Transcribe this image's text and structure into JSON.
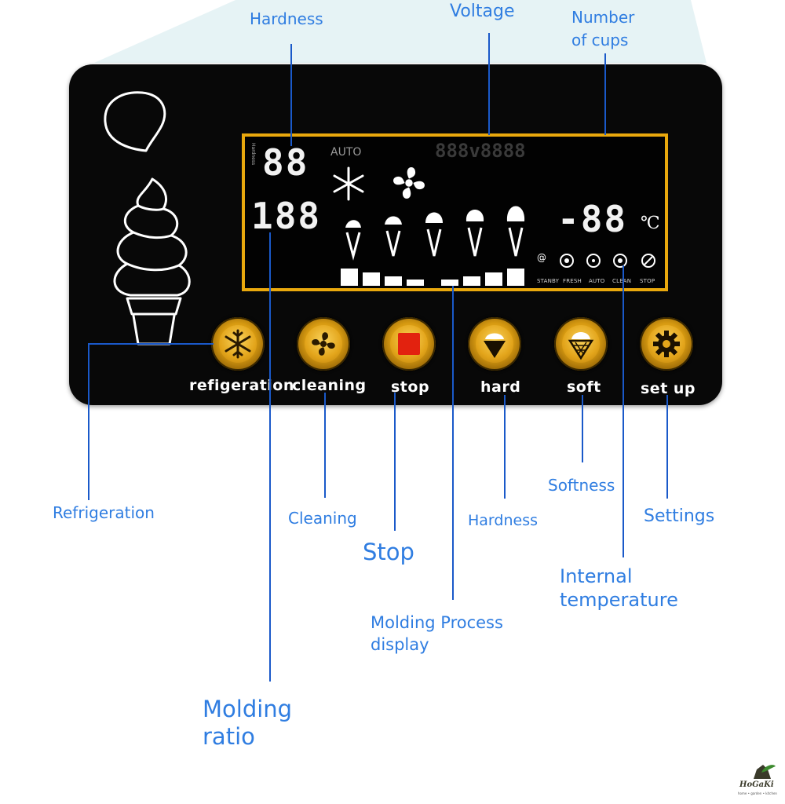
{
  "callouts": {
    "hardness_top": "Hardness",
    "voltage": "Voltage",
    "cups_line1": "Number",
    "cups_line2": "of cups",
    "refrigeration": "Refrigeration",
    "cleaning": "Cleaning",
    "stop": "Stop",
    "hardness_bottom": "Hardness",
    "softness": "Softness",
    "settings": "Settings",
    "internal_temp_line1": "Internal",
    "internal_temp_line2": "temperature",
    "molding_process_line1": "Molding Process",
    "molding_process_line2": "display",
    "molding_ratio_line1": "Molding",
    "molding_ratio_line2": "ratio"
  },
  "lcd": {
    "auto": "AUTO",
    "voltage_readout": "888v8888",
    "hardness_digits": "88",
    "ratio_digits": "188",
    "temperature_digits": "-88",
    "temperature_unit": "℃",
    "side_text": "Hardness",
    "modes": [
      "STANBY",
      "FRESH",
      "AUTO",
      "CLEAN",
      "STOP"
    ]
  },
  "buttons": {
    "refrigeration": "refigeration",
    "cleaning": "cleaning",
    "stop": "stop",
    "hard": "hard",
    "soft": "soft",
    "setup": "set up"
  },
  "logo": {
    "brand": "HoGaKi",
    "tagline": "home • garden • kitchen"
  },
  "colors": {
    "callout_text": "#2f7de1",
    "leader_line": "#1a59c9",
    "panel": "#080808",
    "lcd_border": "#e9a80d",
    "button_gold": "#e3a51b"
  },
  "icons": {
    "refrigeration_button": "snowflake-icon",
    "cleaning_button": "fan-icon",
    "stop_button": "stop-square-icon",
    "hard_button": "hard-cone-icon",
    "soft_button": "soft-cone-icon",
    "setup_button": "gear-icon"
  }
}
